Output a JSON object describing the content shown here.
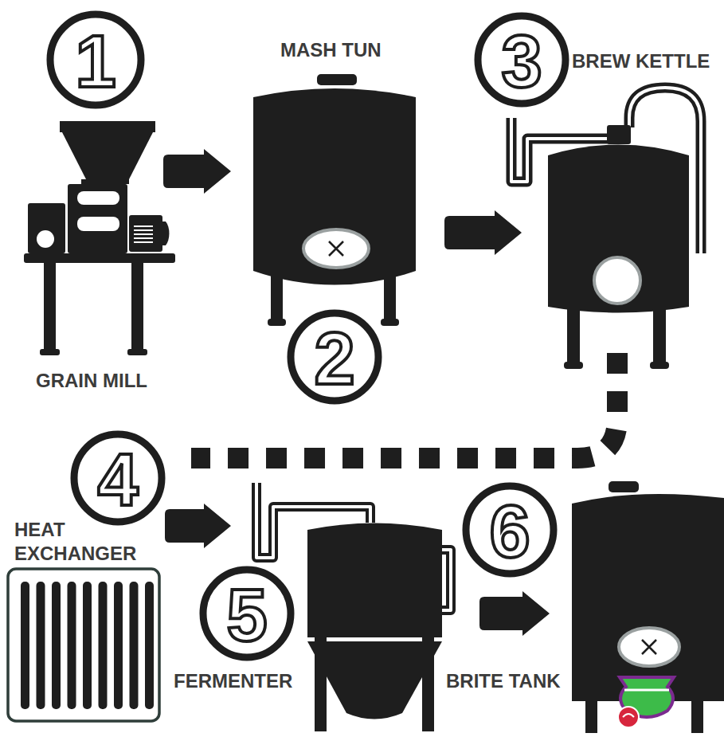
{
  "diagram": {
    "nodes": [
      {
        "text": [
          "GRAIN MILL"
        ]
      },
      {
        "text": [
          "MASH TUN"
        ]
      },
      {
        "text": [
          "BREW KETTLE"
        ]
      },
      {
        "text": [
          "HEAT EXCHANGER"
        ]
      },
      {
        "text": [
          "FERMENTER"
        ]
      },
      {
        "text": [
          "BRITE TANK"
        ]
      }
    ],
    "edges": [
      {
        "from": 0,
        "to": 1,
        "arrow": "to"
      },
      {
        "from": 1,
        "to": 2,
        "arrow": "to"
      },
      {
        "from": 2,
        "to": 3,
        "arrow": "none"
      },
      {
        "from": 3,
        "to": 4,
        "arrow": "to"
      },
      {
        "from": 4,
        "to": 5,
        "arrow": "to"
      }
    ],
    "labels": [
      "1",
      "2",
      "3",
      "4",
      "5",
      "6"
    ]
  }
}
